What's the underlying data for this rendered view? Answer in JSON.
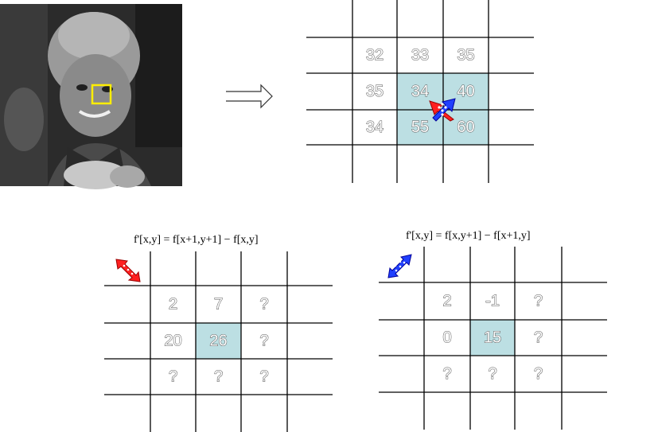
{
  "photo": {
    "description_label": "grayscale portrait photo with yellow selection box"
  },
  "colors": {
    "highlight": "#bcdfe3",
    "grid": "#000000",
    "selection": "#ffee00",
    "red_arrow": "#ff0000",
    "blue_arrow": "#0000dd"
  },
  "arrow_symbol": "⟹",
  "top_grid": {
    "cells": [
      [
        "32",
        "33",
        "35"
      ],
      [
        "35",
        "34",
        "40"
      ],
      [
        "34",
        "55",
        "60"
      ]
    ],
    "highlighted": [
      [
        1,
        1
      ],
      [
        1,
        2
      ],
      [
        2,
        1
      ],
      [
        2,
        2
      ]
    ]
  },
  "left_panel": {
    "formula": "f'[x,y] = f[x+1,y+1] − f[x,y]",
    "cells": [
      [
        "2",
        "7",
        "?"
      ],
      [
        "20",
        "26",
        "?"
      ],
      [
        "?",
        "?",
        "?"
      ]
    ],
    "highlighted": [
      [
        1,
        1
      ]
    ],
    "icon": "red-diagonal-arrow-icon"
  },
  "right_panel": {
    "formula": "f'[x,y] = f[x,y+1] − f[x+1,y]",
    "cells": [
      [
        "2",
        "-1",
        "?"
      ],
      [
        "0",
        "15",
        "?"
      ],
      [
        "?",
        "?",
        "?"
      ]
    ],
    "highlighted": [
      [
        1,
        1
      ]
    ],
    "icon": "blue-diagonal-arrow-icon"
  }
}
